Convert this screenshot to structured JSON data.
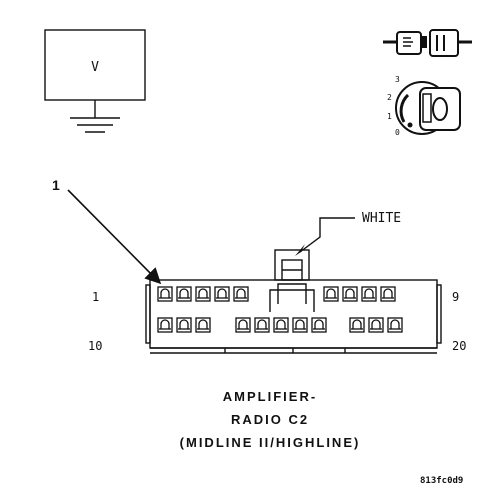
{
  "meter": {
    "symbol": "V"
  },
  "switch": {
    "positions": [
      "3",
      "2",
      "1",
      "0"
    ]
  },
  "callout": {
    "number": "1"
  },
  "connector": {
    "color_label": "WHITE",
    "pin_first_top": "1",
    "pin_last_top": "9",
    "pin_first_bottom": "10",
    "pin_last_bottom": "20"
  },
  "title": {
    "line1": "AMPLIFIER-",
    "line2": "RADIO C2",
    "line3": "(MIDLINE II/HIGHLINE)"
  },
  "figure_id": "813fc0d9"
}
